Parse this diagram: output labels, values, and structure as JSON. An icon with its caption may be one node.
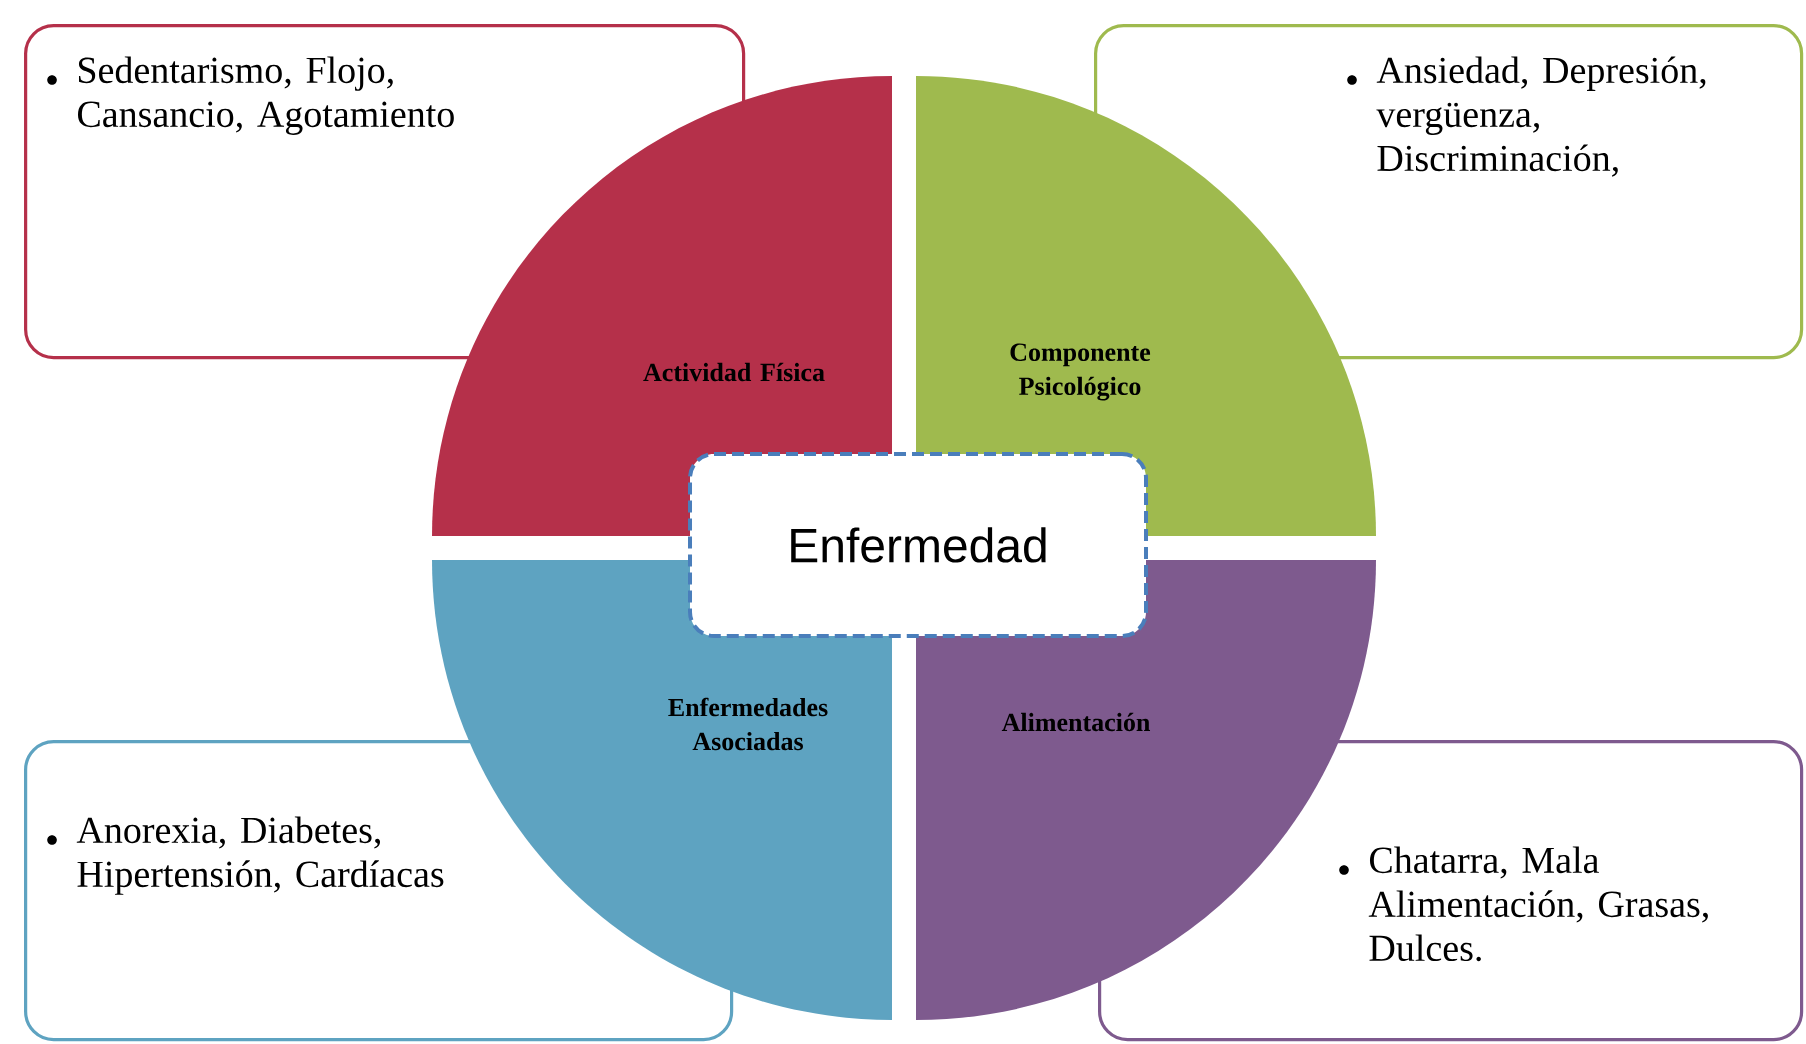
{
  "diagram": {
    "nodes": [
      {
        "text": [
          "Sedentarismo, Flojo, Cansancio, Agotamiento"
        ]
      },
      {
        "text": [
          "Actividad Física"
        ]
      },
      {
        "text": [
          "Componente Psicológico"
        ]
      },
      {
        "text": [
          "Ansiedad, Depresión, vergüenza, Discriminación,"
        ]
      },
      {
        "text": [
          "Enfermedad"
        ]
      },
      {
        "text": [
          "Enfermedades Asociadas"
        ]
      },
      {
        "text": [
          "Alimentación"
        ]
      },
      {
        "text": [
          "Anorexia, Diabetes, Hipertensión, Cardíacas"
        ]
      },
      {
        "text": [
          "Chatarra, Mala Alimentación, Grasas, Dulces."
        ]
      }
    ],
    "edges": []
  }
}
